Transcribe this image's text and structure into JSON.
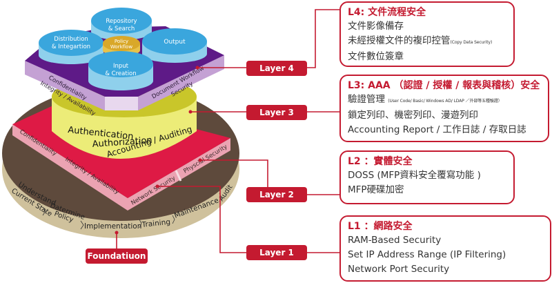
{
  "diagram": {
    "layer4_top": {
      "cylinders": {
        "repository": [
          "Repository",
          "& Search"
        ],
        "distribution": [
          "Distribution",
          "& Integartion"
        ],
        "output": [
          "Output"
        ],
        "input": [
          "Input",
          "& Creation"
        ],
        "policy": [
          "Policy",
          "Workflow"
        ]
      },
      "left_side": [
        "Confidentiality",
        "Integrity / Availability"
      ],
      "right_side": [
        "Document Workflow",
        "Security"
      ]
    },
    "layer3_cylinder": {
      "lines": [
        "Authentication",
        "Authorization",
        "Accounting / Auditing"
      ]
    },
    "layer2_platform": {
      "left_side": [
        "Confidentiality",
        "Integrity / Availability"
      ],
      "right_front": "Network Security",
      "right_back": "Physcial Security"
    },
    "foundation_steps": [
      "Understand",
      "Current State",
      "Datermine",
      "Policy",
      "Implementation",
      "Training",
      "Maintenance",
      "Audit"
    ]
  },
  "tags": {
    "layer4": "Layer 4",
    "layer3": "Layer 3",
    "layer2": "Layer 2",
    "layer1": "Layer 1",
    "foundation": "Foundatiuon"
  },
  "boxes": {
    "l4": {
      "title": "L4: 文件流程安全",
      "lines": [
        "文件影像備存",
        "未經授權文件的複印控管",
        "文件數位簽章"
      ],
      "note": "(Copy Data Security)"
    },
    "l3": {
      "title": "L3: AAA （認證 / 授權 / 報表與稽核）安全",
      "lines": [
        "驗證管理",
        "鎖定列印、機密列印、漫遊列印",
        "Accounting Report / 工作日誌 / 存取日誌"
      ],
      "note": "(User Code/ Basic/ Windows AD/ LDAP ／外部等五種驗證）"
    },
    "l2": {
      "title": "L2 ：實體安全",
      "lines": [
        "DOSS (MFP資料安全覆寫功能 )",
        "MFP硬碟加密"
      ]
    },
    "l1": {
      "title": "L1 ：網路安全",
      "lines": [
        "RAM-Based Security",
        "Set IP Address Range (IP Filtering)",
        "Network Port Security"
      ]
    }
  },
  "colors": {
    "accent_red": "#c41a30",
    "purple_top": "#5e1a87",
    "purple_side": "#c4a1d4",
    "cyan_top": "#3aa6dd",
    "cyan_side": "#8fd0ec",
    "gold": "#d9a829",
    "yellow": "#ecec78",
    "red_top": "#de1a45",
    "pink_side": "#eba3b2",
    "brown": "#5e4a3c",
    "beige": "#cfc19c"
  }
}
